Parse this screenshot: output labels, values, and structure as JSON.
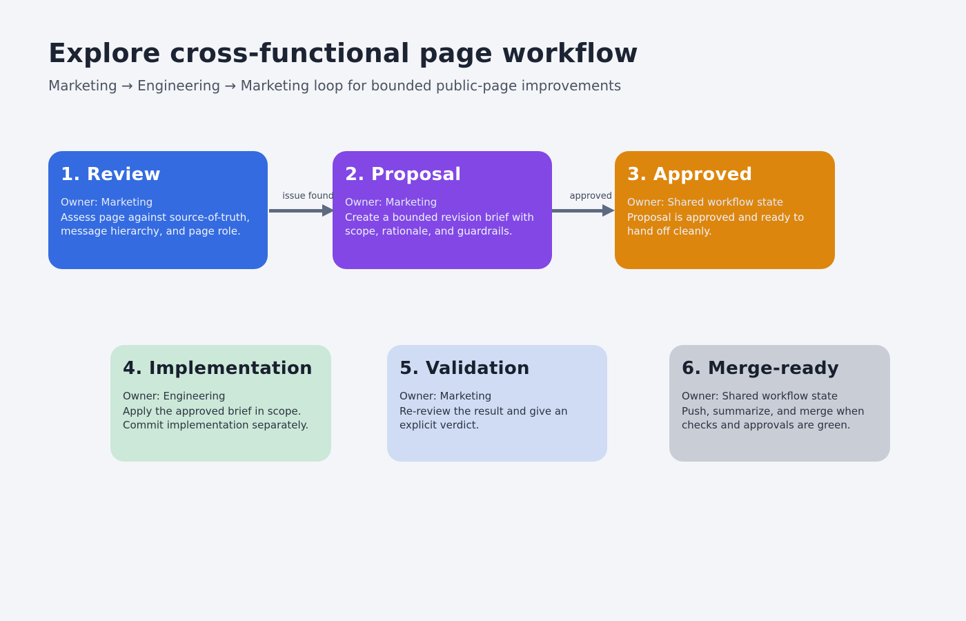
{
  "header": {
    "title": "Explore cross-functional page workflow",
    "subtitle": "Marketing → Engineering → Marketing loop for bounded public-page improvements"
  },
  "cards": [
    {
      "step": "1. Review",
      "owner": "Owner: Marketing",
      "description": "Assess page against source-of-truth, message hierarchy, and page role.",
      "color": "#346be0"
    },
    {
      "step": "2. Proposal",
      "owner": "Owner: Marketing",
      "description": "Create a bounded revision brief with scope, rationale, and guardrails.",
      "color": "#8247e5"
    },
    {
      "step": "3. Approved",
      "owner": "Owner: Shared workflow state",
      "description": "Proposal is approved and ready to hand off cleanly.",
      "color": "#dd860d"
    },
    {
      "step": "4. Implementation",
      "owner": "Owner: Engineering",
      "description": "Apply the approved brief in scope. Commit implementation separately.",
      "color": "#cce8d8"
    },
    {
      "step": "5. Validation",
      "owner": "Owner: Marketing",
      "description": "Re-review the result and give an explicit verdict.",
      "color": "#cfdcf4"
    },
    {
      "step": "6. Merge-ready",
      "owner": "Owner: Shared workflow state",
      "description": "Push, summarize, and merge when checks and approvals are green.",
      "color": "#c9cdd6"
    }
  ],
  "arrows": [
    {
      "label": "issue found"
    },
    {
      "label": "approved"
    }
  ],
  "colors": {
    "page_background": "#f4f5f9",
    "title_text": "#1c2433",
    "subtitle_text": "#4a5361",
    "arrow": "#5c6b80",
    "arrow_label_text": "#3f4a5a",
    "dark_card_text": "#ffffff",
    "light_card_heading": "#18202e",
    "light_card_text": "#2b3342"
  }
}
